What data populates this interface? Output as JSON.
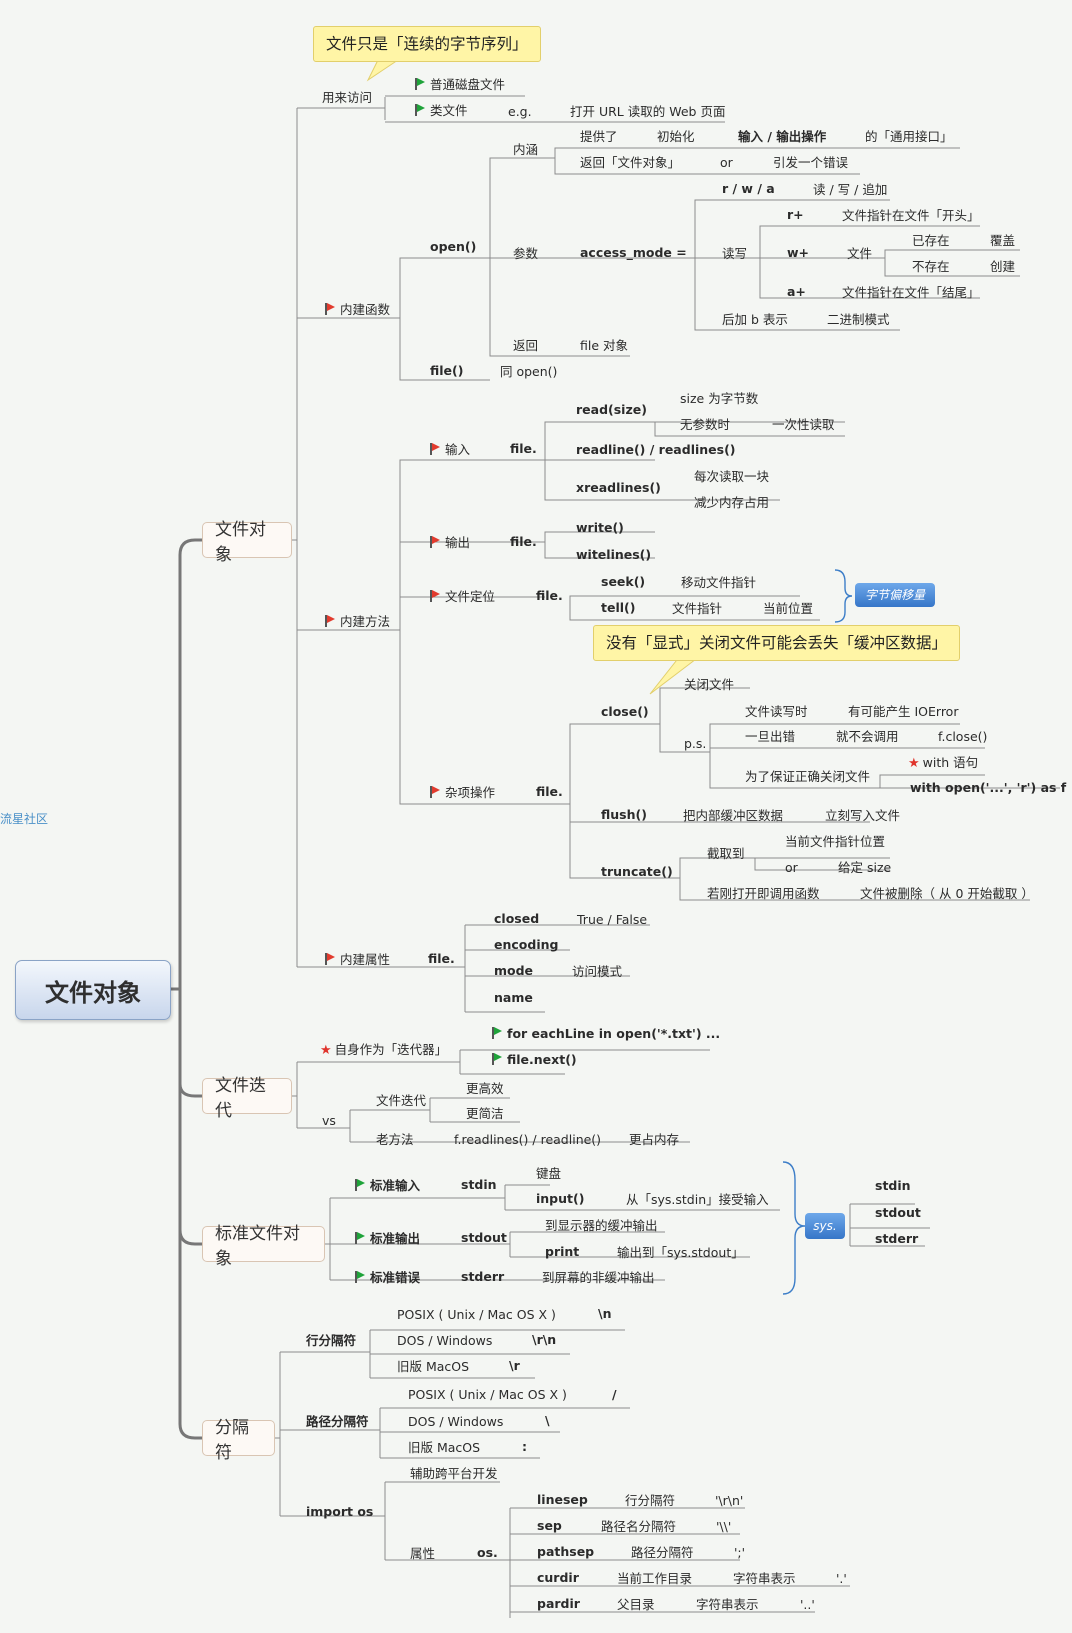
{
  "root": "文件对象",
  "side_label": "流星社区",
  "main_topics": {
    "file_object": "文件对象",
    "file_iteration": "文件迭代",
    "std_file_objects": "标准文件对象",
    "separators": "分隔符"
  },
  "callouts": {
    "byte_sequence": "文件只是「连续的字节序列」",
    "close_warning": "没有「显式」关闭文件可能会丢失「缓冲区数据」",
    "byte_offset": "字节偏移量",
    "sys": "sys."
  },
  "access": {
    "label": "用来访问",
    "disk_file": "普通磁盘文件",
    "file_like": "类文件",
    "eg": "e.g.",
    "eg_text": "打开 URL 读取的 Web 页面"
  },
  "builtin_func": {
    "label": "内建函数",
    "open": "open()",
    "connotation": "内涵",
    "provides": "提供了",
    "init": "初始化",
    "io_ops": "输入 / 输出操作",
    "general_interface": "的「通用接口」",
    "returns_file_obj": "返回「文件对象」",
    "or": "or",
    "raise_error": "引发一个错误",
    "params": "参数",
    "access_mode": "access_mode =",
    "rwa": "r / w / a",
    "rwa_desc": "读 / 写 / 追加",
    "readwrite": "读写",
    "rplus": "r+",
    "rplus_desc": "文件指针在文件「开头」",
    "wplus": "w+",
    "file": "文件",
    "exists": "已存在",
    "overwrite": "覆盖",
    "not_exists": "不存在",
    "create": "创建",
    "aplus": "a+",
    "aplus_desc": "文件指针在文件「结尾」",
    "b_suffix": "后加 b 表示",
    "binary_mode": "二进制模式",
    "returns": "返回",
    "file_object": "file 对象",
    "file_fn": "file()",
    "same_as_open": "同 open()"
  },
  "builtin_methods": {
    "label": "内建方法",
    "input": "输入",
    "file_dot": "file.",
    "read_size": "read(size)",
    "size_bytes": "size 为字节数",
    "no_params": "无参数时",
    "read_all": "一次性读取",
    "readline": "readline() / readlines()",
    "xreadlines": "xreadlines()",
    "read_block": "每次读取一块",
    "less_memory": "减少内存占用",
    "output": "输出",
    "write": "write()",
    "writelines": "witelines()",
    "positioning": "文件定位",
    "seek": "seek()",
    "move_pointer": "移动文件指针",
    "tell": "tell()",
    "file_pointer": "文件指针",
    "current_pos": "当前位置",
    "misc": "杂项操作",
    "close": "close()",
    "close_file": "关闭文件",
    "ps": "p.s.",
    "when_writing": "文件读写时",
    "may_ioerror": "有可能产生 IOError",
    "once_error": "一旦出错",
    "not_called": "就不会调用",
    "fclose": "f.close()",
    "to_ensure": "为了保证正确关闭文件",
    "with_stmt": "with 语句",
    "with_open": "with open('...', 'r') as f",
    "flush": "flush()",
    "flush_desc": "把内部缓冲区数据",
    "write_now": "立刻写入文件",
    "truncate": "truncate()",
    "truncate_to": "截取到",
    "current_pointer": "当前文件指针位置",
    "or": "or",
    "given_size": "给定 size",
    "if_just_open": "若刚打开即调用函数",
    "file_deleted": "文件被删除（ 从 0 开始截取 ）"
  },
  "builtin_attrs": {
    "label": "内建属性",
    "file_dot": "file.",
    "closed": "closed",
    "true_false": "True / False",
    "encoding": "encoding",
    "mode": "mode",
    "access_mode": "访问模式",
    "name": "name"
  },
  "iteration": {
    "as_iterator": "自身作为「迭代器」",
    "for_each": "for eachLine in open('*.txt') ...",
    "file_next": "file.next()",
    "vs": "vs",
    "file_iter": "文件迭代",
    "more_efficient": "更高效",
    "simpler": "更简洁",
    "old_way": "老方法",
    "readlines": "f.readlines() / readline()",
    "more_memory": "更占内存"
  },
  "std": {
    "std_input": "标准输入",
    "stdin": "stdin",
    "keyboard": "键盘",
    "input_fn": "input()",
    "from_stdin": "从「sys.stdin」接受输入",
    "std_output": "标准输出",
    "stdout": "stdout",
    "to_display": "到显示器的缓冲输出",
    "print": "print",
    "to_stdout": "输出到「sys.stdout」",
    "std_error": "标准错误",
    "stderr": "stderr",
    "to_screen": "到屏幕的非缓冲输出",
    "sys_items": [
      "stdin",
      "stdout",
      "stderr"
    ]
  },
  "separators": {
    "line_sep": "行分隔符",
    "posix1": "POSIX ( Unix / Mac OS X )",
    "nl": "\\n",
    "dos1": "DOS / Windows",
    "crnl": "\\r\\n",
    "oldmac1": "旧版 MacOS",
    "cr": "\\r",
    "path_sep": "路径分隔符",
    "posix2": "POSIX ( Unix / Mac OS X )",
    "slash": "/",
    "dos2": "DOS / Windows",
    "backslash": "\\",
    "oldmac2": "旧版 MacOS",
    "colon": ":",
    "import_os": "import os",
    "cross_platform": "辅助跨平台开发",
    "attrs": "属性",
    "os_dot": "os.",
    "os_rows": [
      {
        "name": "linesep",
        "desc": "行分隔符",
        "val": "'\\r\\n'"
      },
      {
        "name": "sep",
        "desc": "路径名分隔符",
        "val": "'\\\\'"
      },
      {
        "name": "pathsep",
        "desc": "路径分隔符",
        "val": "';'"
      },
      {
        "name": "curdir",
        "desc": "当前工作目录",
        "desc2": "字符串表示",
        "val": "'.'"
      },
      {
        "name": "pardir",
        "desc": "父目录",
        "desc2": "字符串表示",
        "val": "'..'"
      }
    ]
  }
}
